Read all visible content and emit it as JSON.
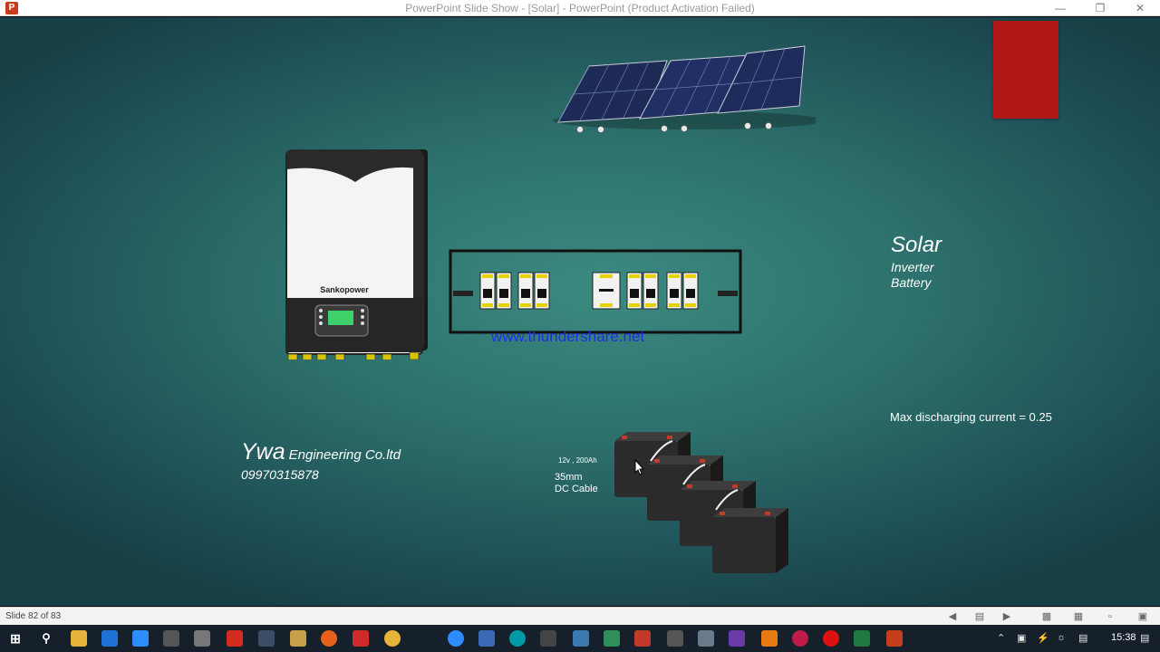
{
  "window": {
    "title": "PowerPoint Slide Show - [Solar] - PowerPoint (Product Activation Failed)",
    "app_icon": "P",
    "minimize_icon": "minimize-icon",
    "restore_icon": "restore-icon",
    "close_icon": "close-icon"
  },
  "slide": {
    "title": "Solar",
    "subtitle_lines": [
      "Inverter",
      "Battery"
    ],
    "discharge_text": "Max discharging current = 0.25",
    "company_name": "Ywa",
    "company_suffix": "Engineering Co.ltd",
    "phone": "09970315878",
    "watermark": "www.thundershare.net",
    "inverter_brand": "Sankopower",
    "battery_spec": "12v , 200Ah",
    "cable_size": "35mm",
    "cable_type": "DC Cable",
    "accent_color": "#b01818"
  },
  "statusbar": {
    "slide_count": "Slide 82 of 83"
  },
  "taskbar": {
    "time": "15:38",
    "apps": [
      "start",
      "search",
      "file-explorer",
      "edge",
      "zoom",
      "chrome",
      "acrobat",
      "app",
      "app",
      "firefox",
      "app",
      "app",
      "zoom",
      "app",
      "arduino",
      "app",
      "app",
      "app",
      "app",
      "app",
      "app",
      "visual-studio",
      "vlc",
      "raspberry-pi",
      "record",
      "excel",
      "powerpoint"
    ]
  }
}
